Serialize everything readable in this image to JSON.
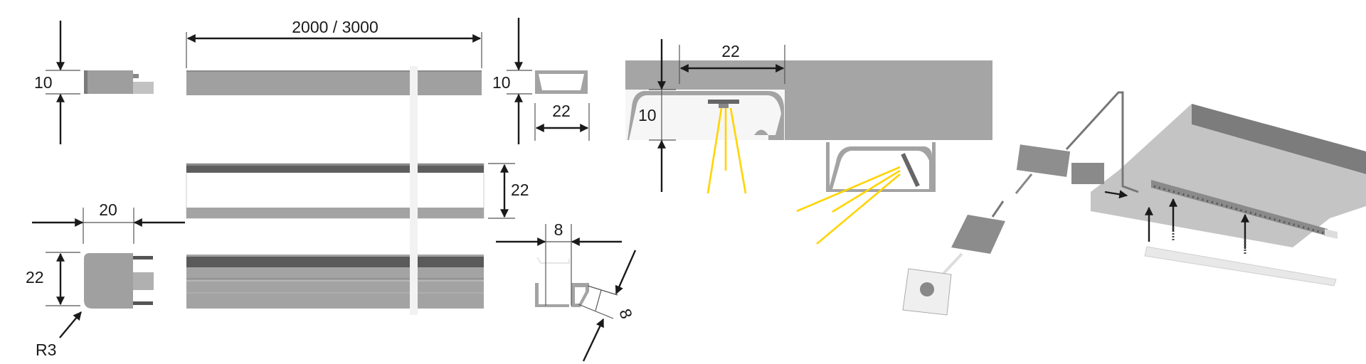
{
  "title": "LED aluminium profile dimensions and mounting diagram",
  "dimensions": {
    "length": "2000 / 3000",
    "end_cap_height": "10",
    "end_cap_depth": "20",
    "end_cap_width": "22",
    "end_cap_radius": "R3",
    "bar_width": "22",
    "profile_height": "10",
    "profile_width": "22",
    "profile_inner_width": "8",
    "profile_diagonal": "8",
    "install_height": "10",
    "install_width": "22"
  },
  "colors": {
    "profile_gray": "#a3a3a3",
    "dark_gray": "#5a5a5a",
    "light_ray": "#ffd400",
    "arrow": "#1a1a1a"
  }
}
